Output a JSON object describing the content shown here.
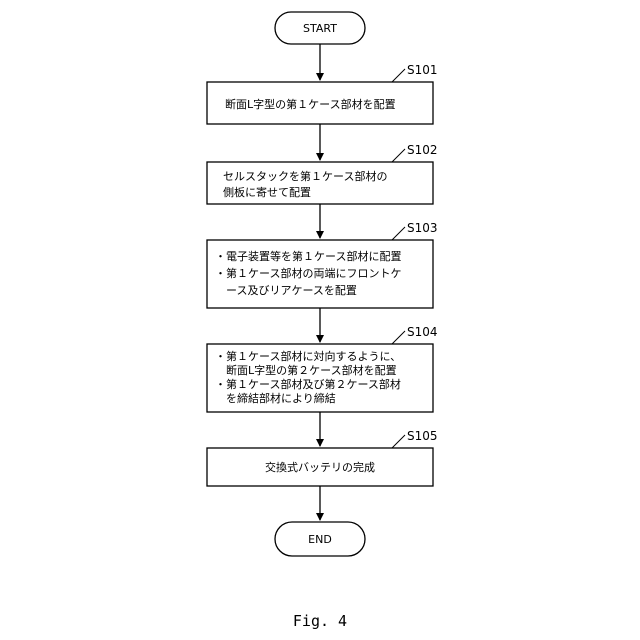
{
  "start_label": "START",
  "end_label": "END",
  "figure_caption": "Fig. 4",
  "steps": [
    {
      "id": "S101",
      "lines": [
        "断面L字型の第１ケース部材を配置"
      ]
    },
    {
      "id": "S102",
      "lines": [
        "セルスタックを第１ケース部材の",
        "側板に寄せて配置"
      ]
    },
    {
      "id": "S103",
      "lines": [
        "・電子装置等を第１ケース部材に配置",
        "・第１ケース部材の両端にフロントケ",
        "　ース及びリアケースを配置"
      ]
    },
    {
      "id": "S104",
      "lines": [
        "・第１ケース部材に対向するように、",
        "　断面L字型の第２ケース部材を配置",
        "・第１ケース部材及び第２ケース部材",
        "　を締結部材により締結"
      ]
    },
    {
      "id": "S105",
      "lines": [
        "交換式バッテリの完成"
      ]
    }
  ]
}
